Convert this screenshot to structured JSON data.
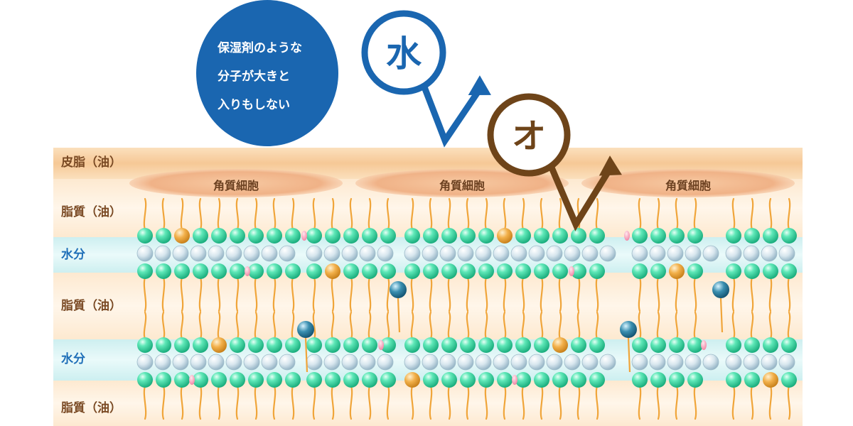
{
  "layers": {
    "sebum_label": "皮脂（油）",
    "lipid_label": "脂質（油）",
    "water_label": "水分"
  },
  "cells": {
    "label": "角質細胞"
  },
  "bubble": {
    "lines": [
      "保湿剤のような",
      "分子が大きと",
      "入りもしない"
    ]
  },
  "molecules": {
    "water_char": "水",
    "oil_char": "オ"
  },
  "colors": {
    "blue": "#1a66b0",
    "brown": "#6e4419",
    "sebum_band": "#f7cc9a",
    "lipid_band": "#fbe7cb",
    "water_band": "#d9f3f4",
    "cell": "#f2b98c",
    "lipid_head": "#35d6a0",
    "tail": "#f0a53a"
  }
}
